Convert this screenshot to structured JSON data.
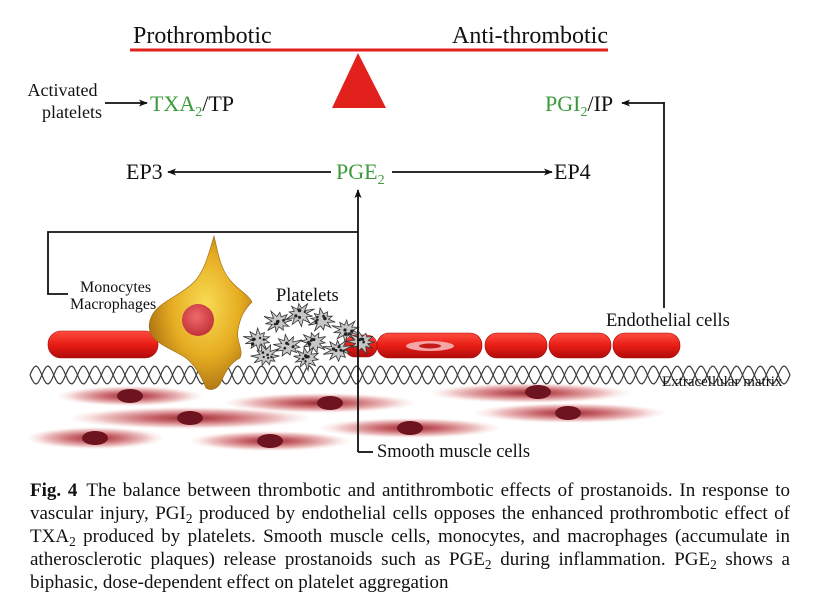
{
  "diagram": {
    "balance": {
      "left_label": "Prothrombotic",
      "right_label": "Anti-thrombotic"
    },
    "activated_platelets": [
      "Activated",
      "platelets"
    ],
    "txa2_tp": {
      "main": "TXA",
      "sub": "2",
      "receptor": "/TP"
    },
    "pgi2_ip": {
      "main": "PGI",
      "sub": "2",
      "receptor": "/IP"
    },
    "pge2": {
      "main": "PGE",
      "sub": "2"
    },
    "ep3": "EP3",
    "ep4": "EP4",
    "monocytes_label": [
      "Monocytes",
      "Macrophages"
    ],
    "platelets_label": "Platelets",
    "endothelial_label": "Endothelial cells",
    "matrix_label": "Extracellular matrix",
    "smooth_muscle_label": "Smooth muscle cells",
    "colors": {
      "balance_red": "#e3211c",
      "mediator_green": "#3b9a3b",
      "line_black": "#111111"
    }
  },
  "caption": {
    "label": "Fig. 4",
    "lines": [
      [
        "The balance between thrombotic and antithrombotic effects of prostanoids. In response to"
      ],
      [
        "vascular injury, PGI",
        "2",
        " produced by endothelial cells opposes the enhanced prothrombotic effect of"
      ],
      [
        "TXA",
        "2",
        " produced by platelets. Smooth muscle cells, monocytes, and macrophages (accumulate in"
      ],
      [
        "atherosclerotic plaques) release prostanoids such as PGE",
        "2",
        " during inflammation. PGE",
        "2",
        " shows a"
      ],
      [
        "biphasic, dose-dependent effect on platelet aggregation"
      ]
    ]
  }
}
